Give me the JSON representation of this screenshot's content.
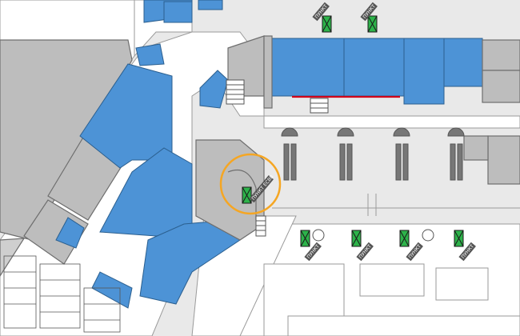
{
  "map": {
    "colors": {
      "background": "#e9e9e9",
      "street": "#ffffff",
      "building": "#bdbdbd",
      "blue_area": "#4d93d6",
      "outline": "#6e6e6e",
      "highlight": "#f5a623",
      "green": "#2db34a",
      "red_line": "#d0021b",
      "tag": "#555555"
    },
    "highlighted_station": {
      "label": "ПУНКТ ЕСВВ",
      "marker": "turnstile-icon"
    },
    "upper_stations": [
      {
        "label": "ПУНКТ"
      },
      {
        "label": "ПУНКТ"
      }
    ],
    "lower_stations": [
      {
        "label": "ПУНКТ"
      },
      {
        "label": "ПУНКТ"
      },
      {
        "label": "ПУНКТ"
      },
      {
        "label": "ПУНКТ"
      }
    ]
  }
}
